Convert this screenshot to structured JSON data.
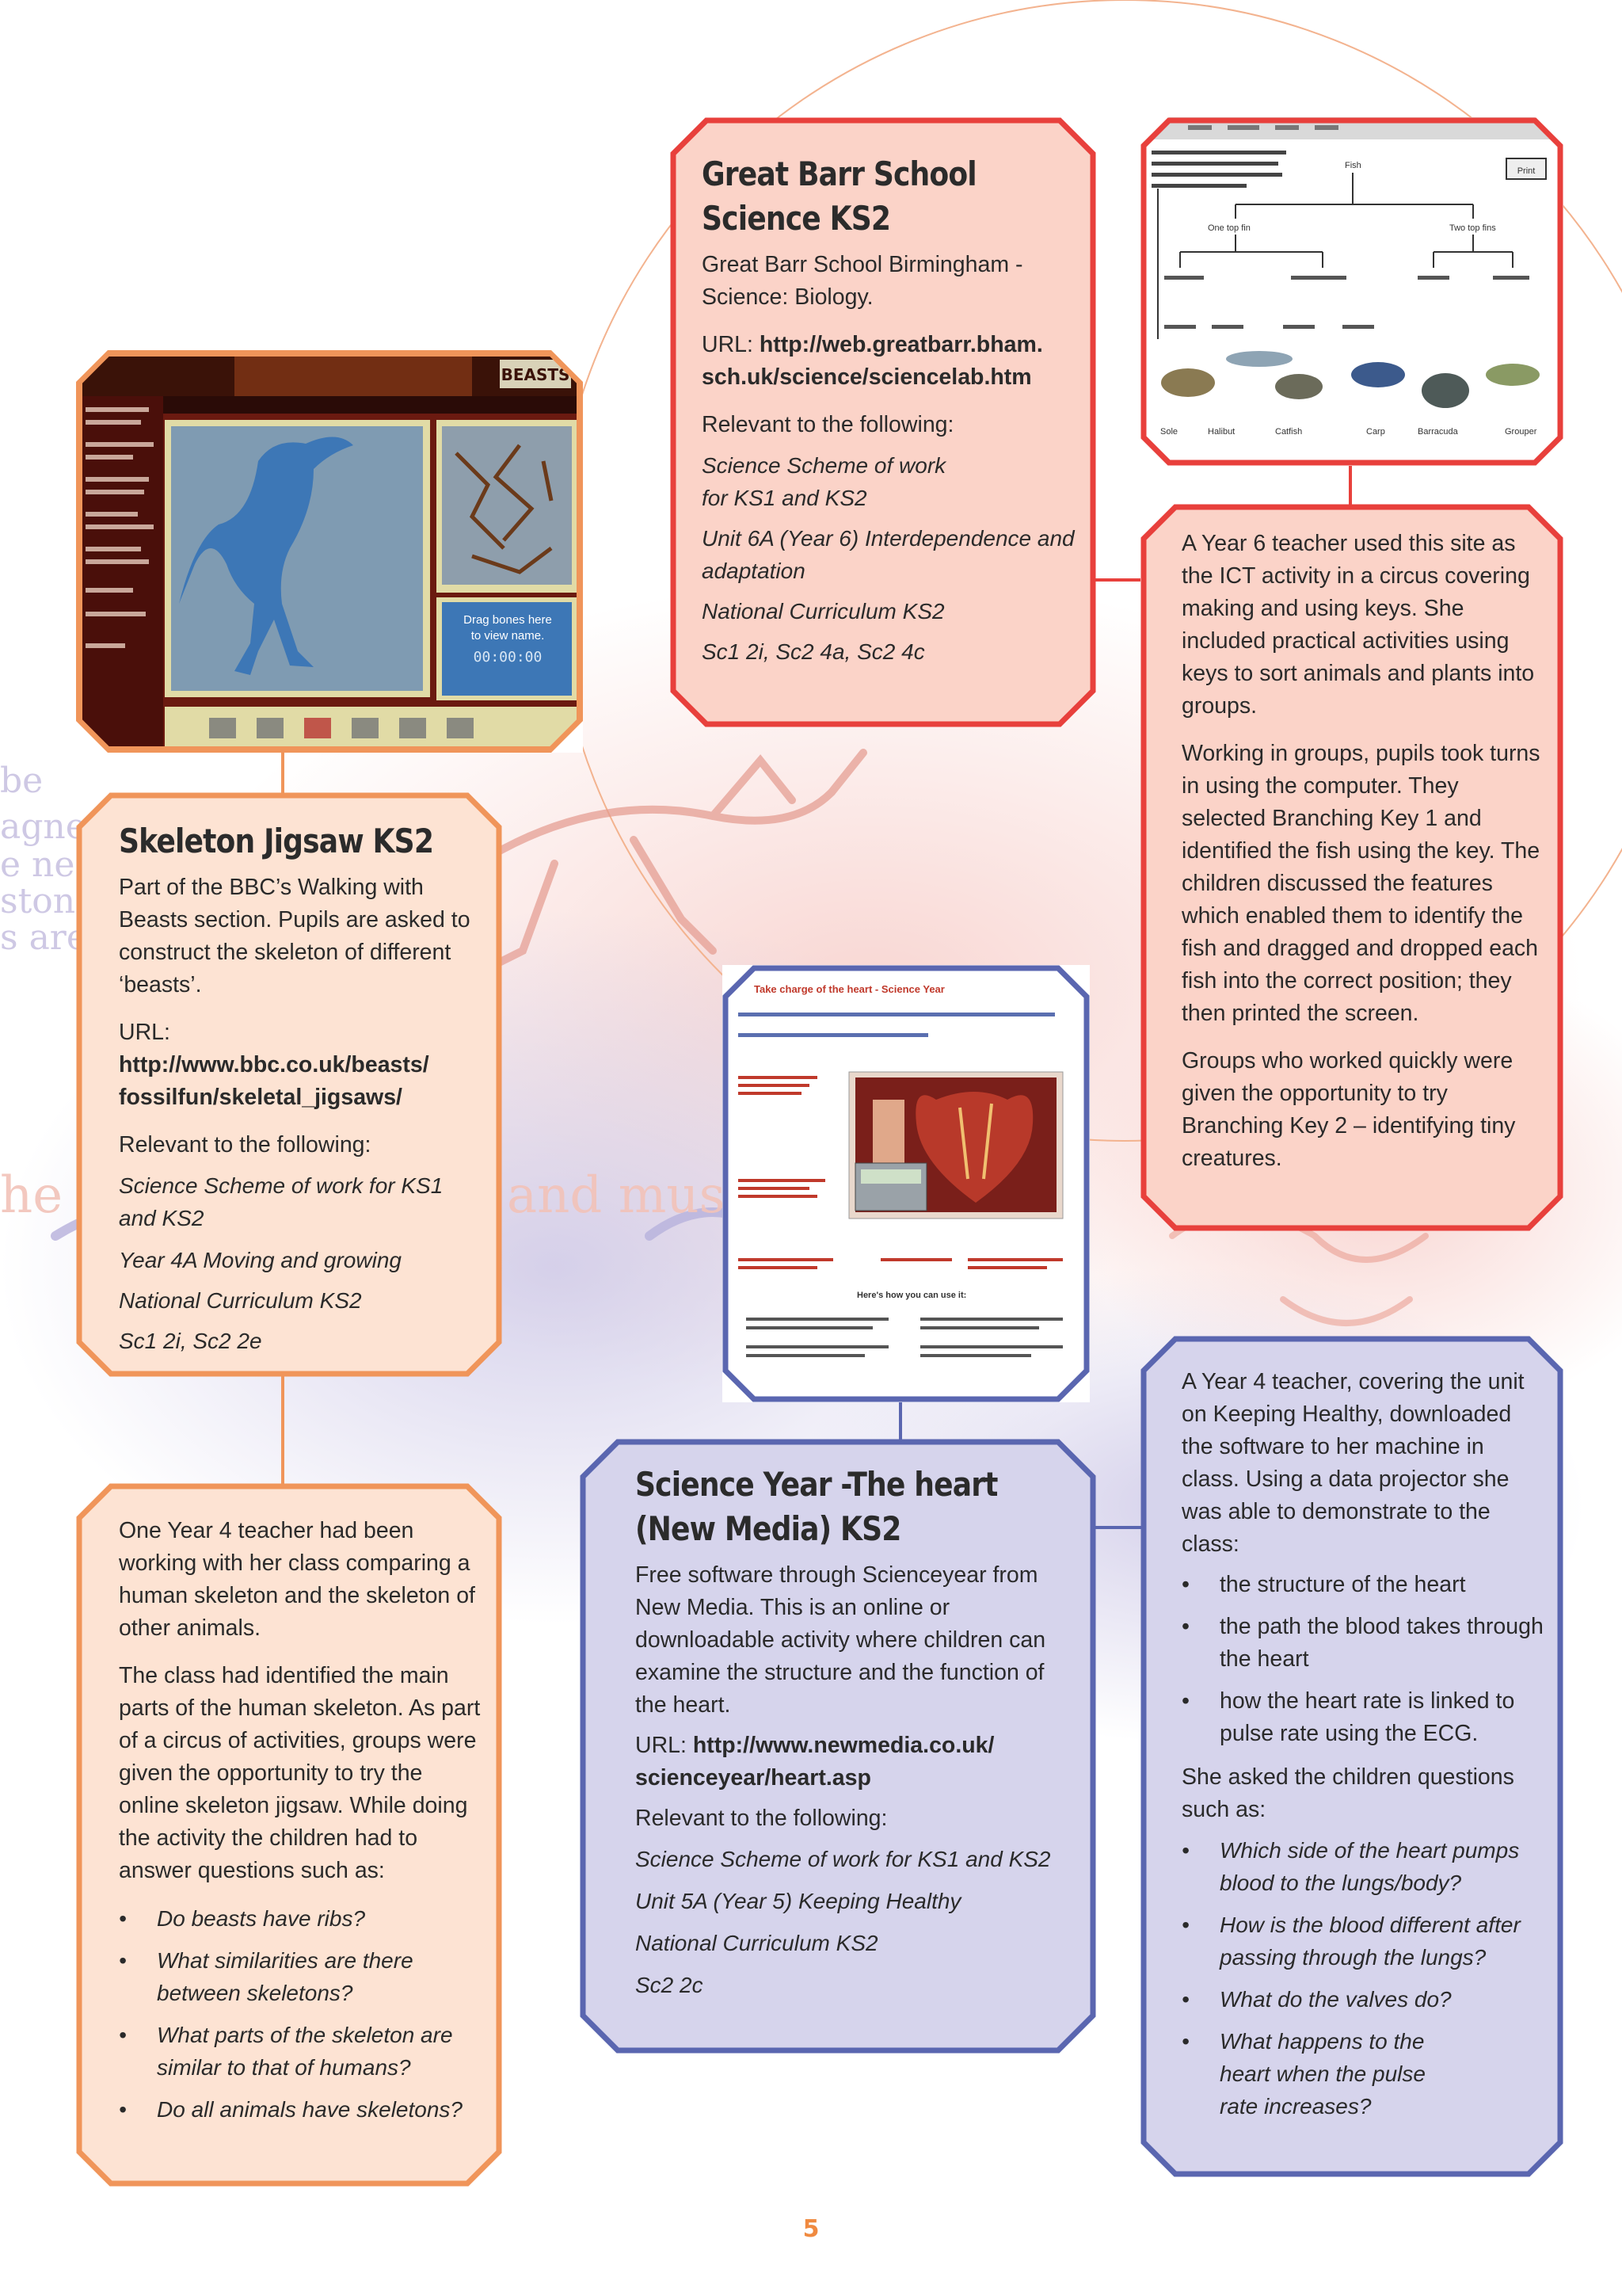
{
  "page_number": "5",
  "colors": {
    "orange_border": "#f0955a",
    "orange_fill": "#fde3d3",
    "red_border": "#e8403c",
    "red_fill": "#fbd3c8",
    "blue_border": "#5a66b0",
    "blue_fill": "#d6d4ec",
    "page_number": "#f08a40"
  },
  "skeleton_card": {
    "title": "Skeleton Jigsaw KS2",
    "description": "Part of the BBC’s Walking with Beasts section. Pupils are asked to construct the skeleton of different ‘beasts’.",
    "url_label": "URL: ",
    "url_line1": "http://www.bbc.co.uk/beasts/",
    "url_line2": "fossilfun/skeletal_jigsaws/",
    "relevant_label": "Relevant to the following:",
    "relevant": [
      "Science Scheme of work for KS1 and KS2",
      "Year 4A Moving and growing",
      "National Curriculum KS2",
      "Sc1 2i, Sc2 2e"
    ]
  },
  "skeleton_story": {
    "para1": "One Year 4 teacher had been working with her class comparing a human skeleton and the skeleton of other animals.",
    "para2": "The class had identified the main parts of the human skeleton. As part of a circus of activities, groups were given the opportunity to try the online skeleton jigsaw. While doing the activity the children had to answer questions such as:",
    "questions": [
      "Do beasts have ribs?",
      "What similarities are there between skeletons?",
      "What parts of the skeleton are similar to that of humans?",
      "Do all animals have skeletons?"
    ]
  },
  "greatbarr_card": {
    "title_line1": "Great Barr School",
    "title_line2": "Science KS2",
    "description": "Great Barr School Birmingham - Science: Biology.",
    "url_label": "URL: ",
    "url_line1": "http://web.greatbarr.bham.",
    "url_line2": "sch.uk/science/sciencelab.htm",
    "relevant_label": "Relevant to the following:",
    "relevant": [
      "Science Scheme of work for KS1 and KS2",
      "Unit 6A (Year 6) Interdependence and adaptation",
      "National Curriculum KS2",
      "Sc1 2i, Sc2  4a, Sc2 4c"
    ]
  },
  "greatbarr_story": {
    "para1": "A Year 6 teacher used this site as the ICT activity in a circus covering making and using keys. She included practical activities using keys to sort animals and plants into groups.",
    "para2": "Working in groups, pupils took turns in using the computer. They selected Branching Key 1 and identified the fish using the key. The children discussed the features which enabled them to identify the fish and dragged and dropped each fish into the correct position; they then printed the screen.",
    "para3": "Groups who worked quickly were given the opportunity to try Branching Key 2 – identifying tiny creatures."
  },
  "heart_card": {
    "title_line1": "Science Year -The heart",
    "title_line2": "(New Media) KS2",
    "description": "Free software through Scienceyear from New Media. This is an online or downloadable activity where children can examine the structure and the function of the heart.",
    "url_label": "URL: ",
    "url_line1": "http://www.newmedia.co.uk/",
    "url_line2": "scienceyear/heart.asp",
    "relevant_label": "Relevant to the following:",
    "relevant": [
      "Science Scheme of work for KS1 and KS2",
      "Unit 5A (Year 5) Keeping Healthy",
      "National Curriculum KS2",
      "Sc2 2c"
    ]
  },
  "heart_story": {
    "para1": "A Year 4 teacher, covering the unit on Keeping Healthy, downloaded the software to her machine in class. Using a data projector she was able to demonstrate to the class:",
    "demo_points": [
      "the structure of the heart",
      "the path the blood takes through the heart",
      "how the heart rate is linked to pulse rate using the ECG."
    ],
    "para2": "She asked the children questions such as:",
    "questions": [
      "Which side of the heart pumps blood to the lungs/body?",
      "How is the blood different after passing through the lungs?",
      "What do the valves do?",
      "What happens to the heart when the pulse rate increases?"
    ]
  },
  "screenshots": {
    "beasts": {
      "logo": "BEASTS",
      "timer": "00:00:00",
      "caption": "Drag bones here to view name."
    },
    "fish_key": {
      "print_button": "Print",
      "root": "Fish",
      "branch_left": "One top fin",
      "branch_right": "Two top fins",
      "fish": [
        "Sole",
        "Halibut",
        "Catfish",
        "Carp",
        "Barracuda",
        "Grouper"
      ]
    },
    "heart_page": {
      "header": "Take charge of the heart - Science Year",
      "subheading": "Here's how you can use it:"
    }
  }
}
